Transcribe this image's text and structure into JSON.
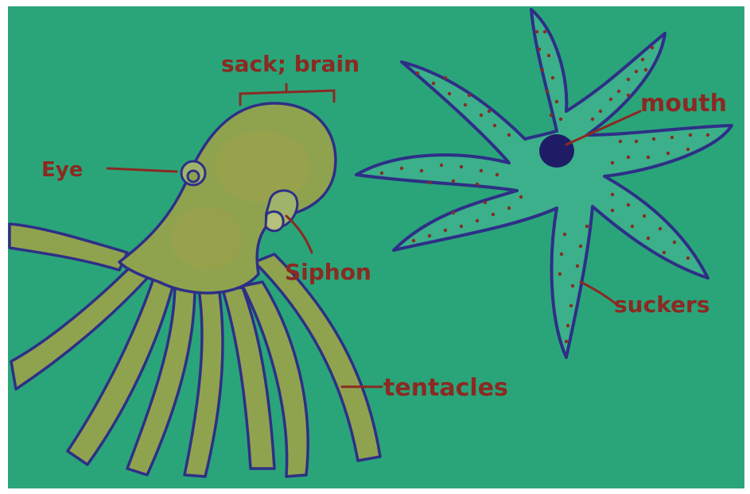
{
  "colors": {
    "paper": "#2aa57a",
    "octopus_fill": "#8fa34e",
    "outline": "#2e2f86",
    "ink": "#8a2a22",
    "mouth": "#1f1c66"
  },
  "labels": {
    "sack": "sack; brain",
    "eye": "Eye",
    "siphon": "Siphon",
    "tentacles": "tentacles",
    "mouth": "mouth",
    "suckers": "suckers"
  }
}
